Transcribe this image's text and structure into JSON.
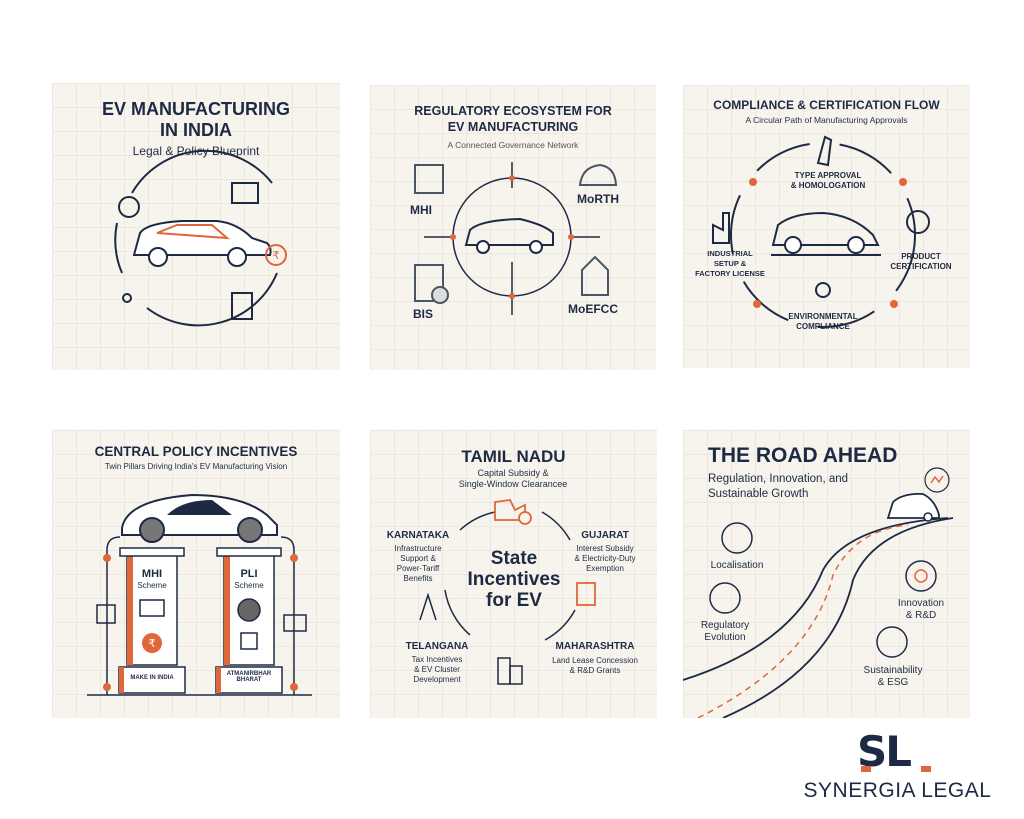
{
  "panels": [
    {
      "title_line1": "EV MANUFACTURING",
      "title_line2": "IN INDIA",
      "subtitle": "Legal & Policy Blueprint"
    },
    {
      "title_line1": "REGULATORY ECOSYSTEM FOR",
      "title_line2": "EV MANUFACTURING",
      "subtitle": "A Connected Governance Network",
      "nodes": [
        "MHI",
        "MoRTH",
        "BIS",
        "MoEFCC"
      ]
    },
    {
      "title": "COMPLIANCE & CERTIFICATION FLOW",
      "subtitle": "A Circular Path of Manufacturing Approvals",
      "steps": [
        {
          "l1": "TYPE APPROVAL",
          "l2": "& HOMOLOGATION"
        },
        {
          "l1": "PRODUCT",
          "l2": "CERTIFICATION"
        },
        {
          "l1": "ENVIRONMENTAL",
          "l2": "COMPLIANCE"
        },
        {
          "l1": "INDUSTRIAL",
          "l2": "SETUP &",
          "l3": "FACTORY LICENSE"
        }
      ]
    },
    {
      "title": "CENTRAL POLICY INCENTIVES",
      "subtitle": "Twin Pillars Driving India's EV Manufacturing Vision",
      "pillars": [
        {
          "name": "MHI",
          "sub": "Scheme",
          "base": "MAKE IN INDIA"
        },
        {
          "name": "PLI",
          "sub": "Scheme",
          "base_l1": "ATMANIRBHAR",
          "base_l2": "BHARAT"
        }
      ]
    },
    {
      "center_l1": "State",
      "center_l2": "Incentives",
      "center_l3": "for EV",
      "states": [
        {
          "name": "TAMIL NADU",
          "l1": "Capital Subsidy &",
          "l2": "Single-Window Clearancee"
        },
        {
          "name": "KARNATAKA",
          "l1": "Infrastructure",
          "l2": "Support &",
          "l3": "Power-Tariff",
          "l4": "Benefits"
        },
        {
          "name": "GUJARAT",
          "l1": "Interest Subsidy",
          "l2": "& Electricity-Duty",
          "l3": "Exemption"
        },
        {
          "name": "TELANGANA",
          "l1": "Tax Incentives",
          "l2": "& EV Cluster",
          "l3": "Development"
        },
        {
          "name": "MAHARASHTRA",
          "l1": "Land Lease Concession",
          "l2": "& R&D Grants"
        }
      ]
    },
    {
      "title": "THE ROAD AHEAD",
      "subtitle_l1": "Regulation, Innovation, and",
      "subtitle_l2": "Sustainable Growth",
      "items": [
        {
          "l1": "Localisation"
        },
        {
          "l1": "Regulatory",
          "l2": "Evolution"
        },
        {
          "l1": "Innovation",
          "l2": "& R&D"
        },
        {
          "l1": "Sustainability",
          "l2": "& ESG"
        }
      ]
    }
  ],
  "logo": {
    "mark": "SL",
    "name": "SYNERGIA LEGAL"
  },
  "colors": {
    "navy": "#1e2a44",
    "orange": "#e0673a",
    "panel": "#f7f4ee"
  }
}
